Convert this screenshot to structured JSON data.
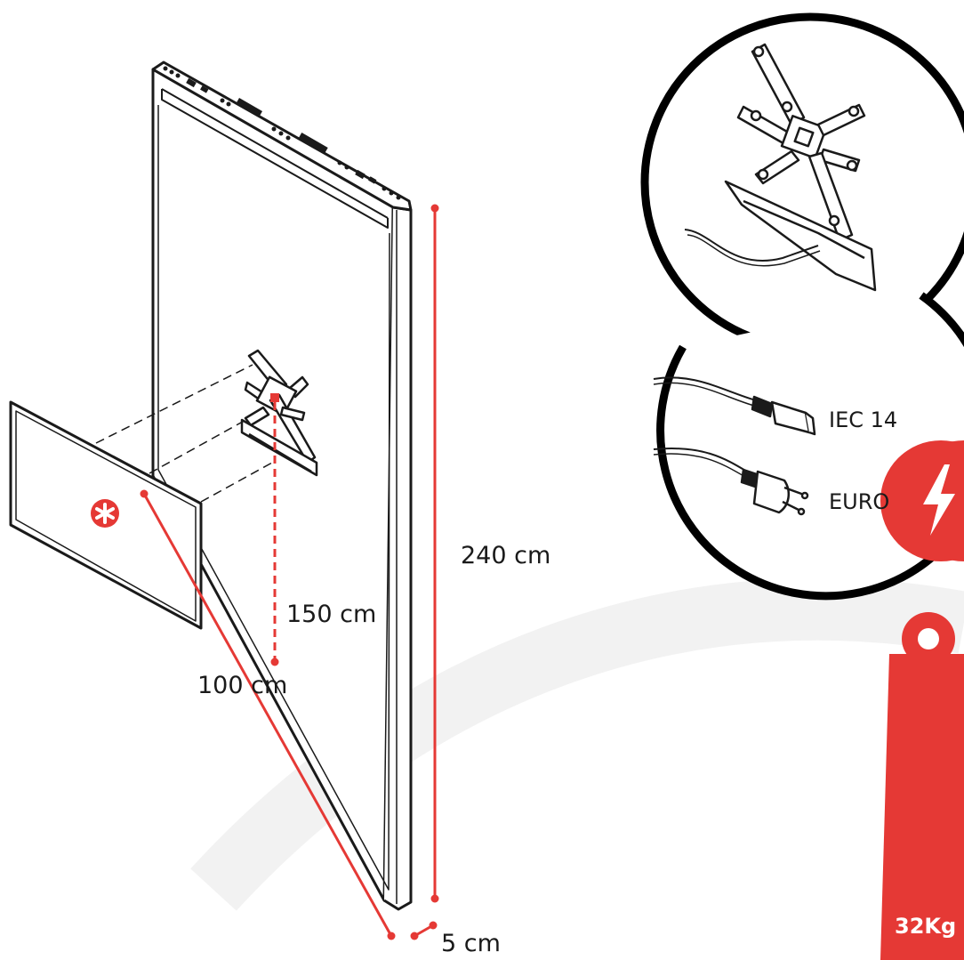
{
  "dimensions": {
    "height": "240 cm",
    "mount_height": "150 cm",
    "width": "100 cm",
    "depth": "5 cm"
  },
  "connectors": {
    "iec": "IEC 14",
    "euro": "EURO"
  },
  "badges": {
    "weight": "32Kg",
    "power_icon": "lightning-bolt-icon",
    "weight_icon": "weight-icon"
  },
  "colors": {
    "accent": "#e53935",
    "line": "#1a1a1a"
  }
}
